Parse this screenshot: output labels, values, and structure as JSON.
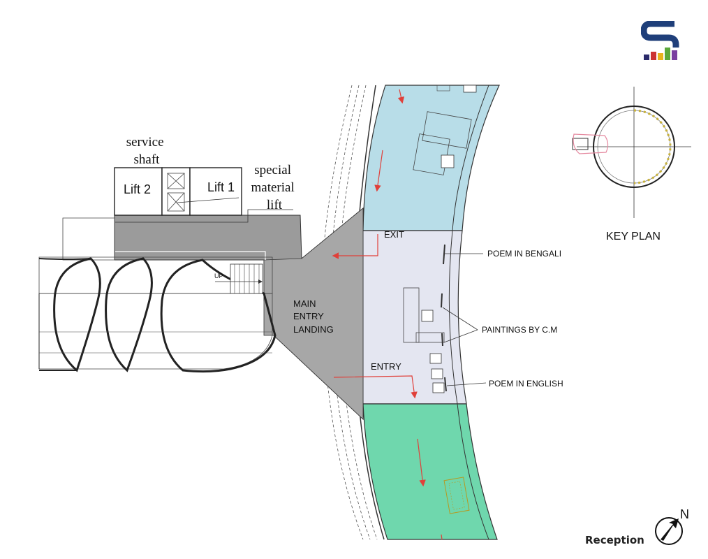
{
  "labels": {
    "service_shaft": [
      "service",
      "shaft"
    ],
    "special_material_lift": [
      "special",
      "material",
      "lift"
    ],
    "lift_2": "Lift 2",
    "lift_1": "Lift 1",
    "up": "UP",
    "main_entry_landing": [
      "MAIN",
      "ENTRY",
      "LANDING"
    ],
    "exit": "EXIT",
    "entry": "ENTRY",
    "poem_bengali": "POEM IN BENGALI",
    "paintings": "PAINTINGS BY C.M",
    "poem_english": "POEM IN ENGLISH",
    "key_plan": "KEY PLAN",
    "caption": "Reception",
    "north": "N"
  },
  "colors": {
    "zone_blue": "#b8dde8",
    "zone_reception": "#e4e6f1",
    "zone_green": "#6fd7ad",
    "landing_gray": "#9b9b9b",
    "arrow_red": "#e0403a",
    "keyplan_highlight": "#e58aa0"
  },
  "icons": {
    "logo": "sg-logo-icon",
    "north": "north-arrow-icon"
  }
}
